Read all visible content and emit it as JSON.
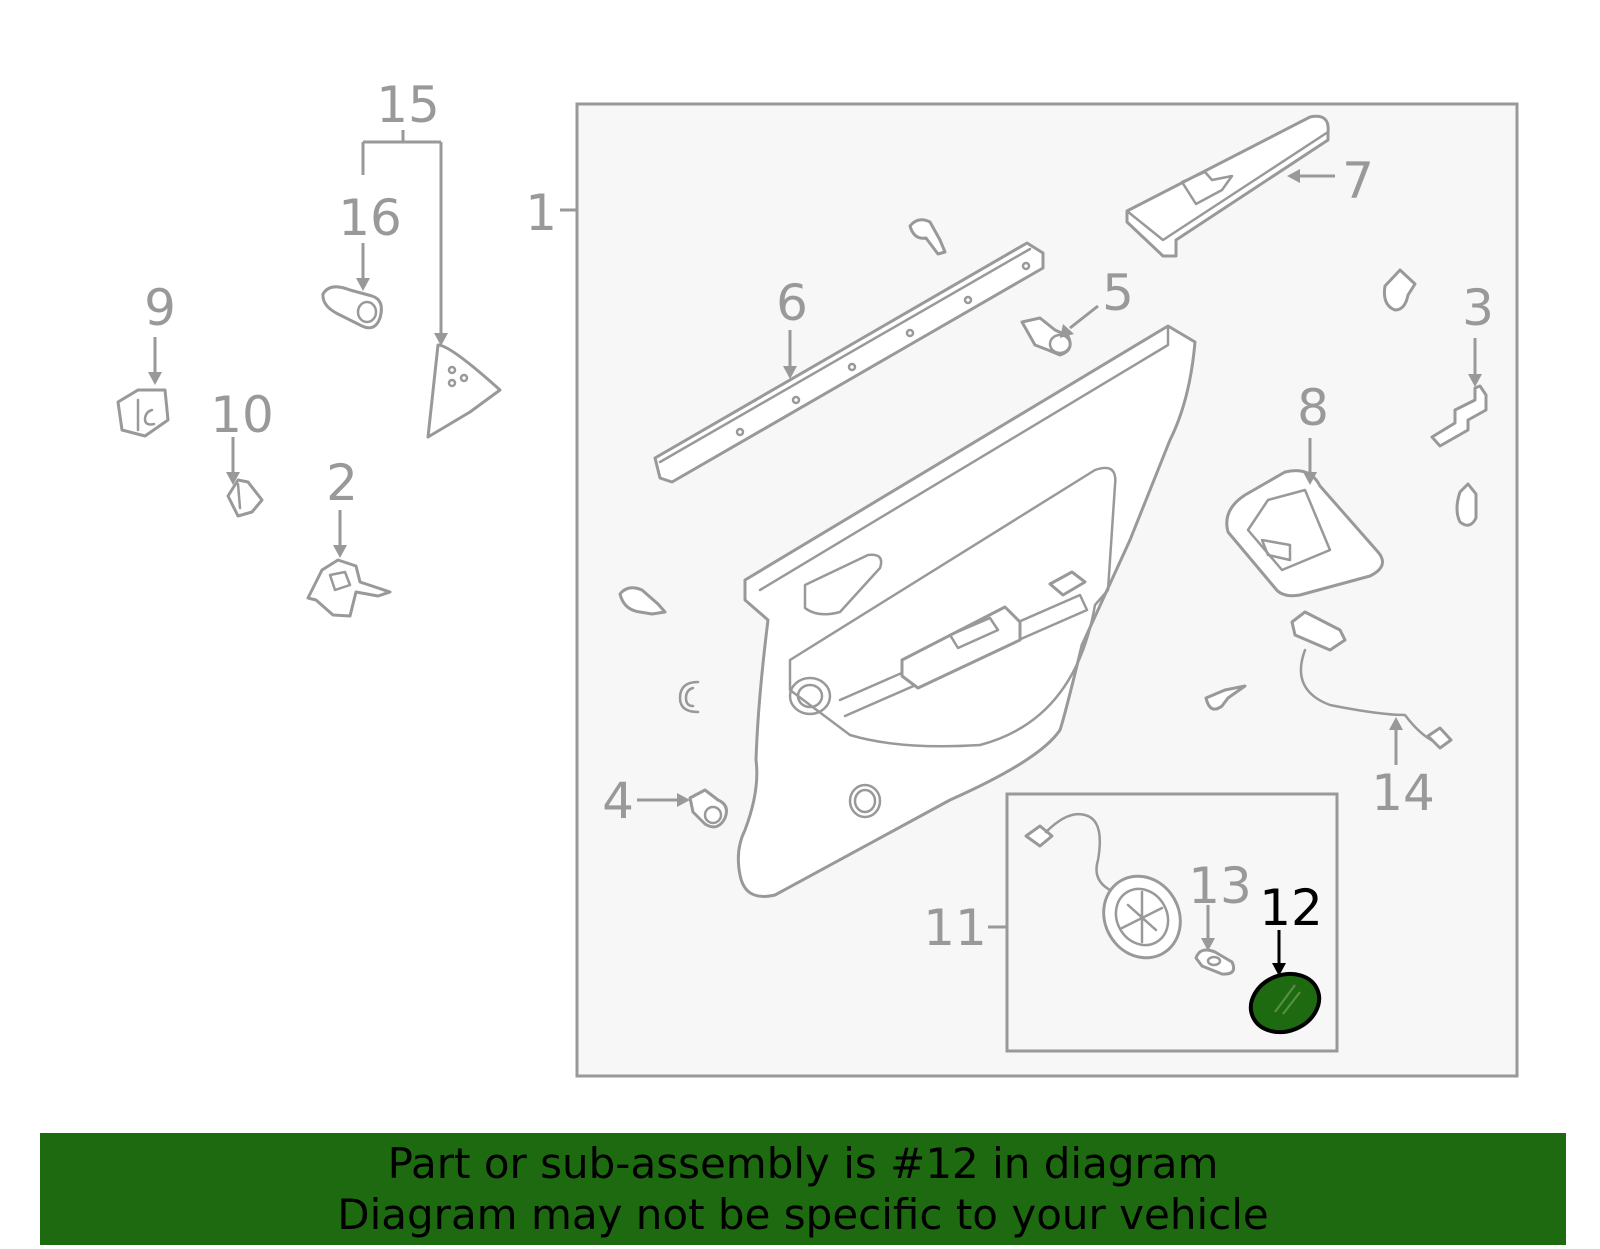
{
  "diagram": {
    "callouts": [
      {
        "id": "1",
        "text": "1"
      },
      {
        "id": "2",
        "text": "2"
      },
      {
        "id": "3",
        "text": "3"
      },
      {
        "id": "4",
        "text": "4"
      },
      {
        "id": "5",
        "text": "5"
      },
      {
        "id": "6",
        "text": "6"
      },
      {
        "id": "7",
        "text": "7"
      },
      {
        "id": "8",
        "text": "8"
      },
      {
        "id": "9",
        "text": "9"
      },
      {
        "id": "10",
        "text": "10"
      },
      {
        "id": "11",
        "text": "11"
      },
      {
        "id": "12",
        "text": "12"
      },
      {
        "id": "13",
        "text": "13"
      },
      {
        "id": "14",
        "text": "14"
      },
      {
        "id": "15",
        "text": "15"
      },
      {
        "id": "16",
        "text": "16"
      }
    ],
    "highlighted_part": "12",
    "colors": {
      "line": "#999999",
      "highlight_fill": "#1e6a10",
      "highlight_text": "#000000",
      "panel_fill": "#f7f7f7"
    }
  },
  "banner": {
    "line1": "Part or sub-assembly is #12 in diagram",
    "line2": "Diagram may not be specific to your vehicle",
    "background": "#1e6a10"
  }
}
